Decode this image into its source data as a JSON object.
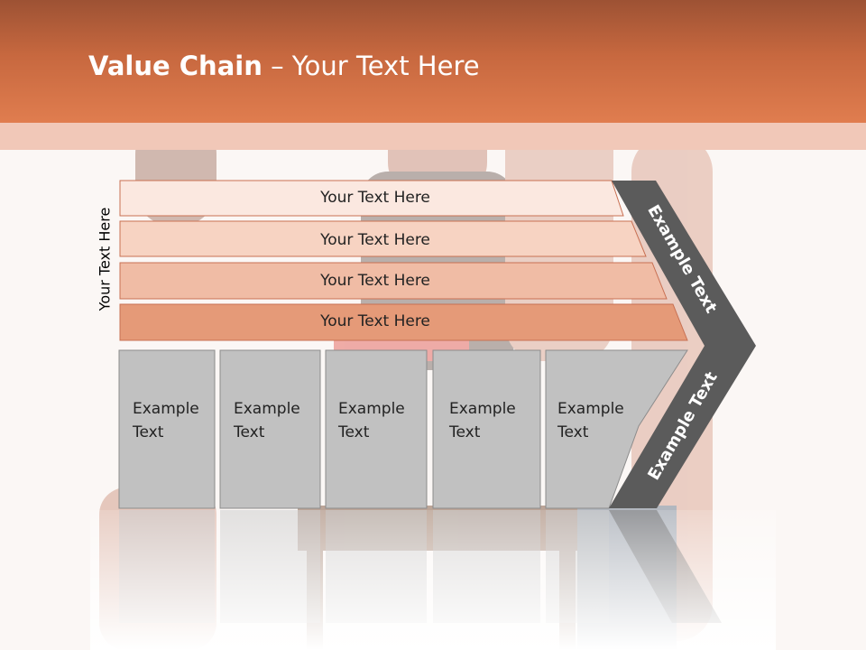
{
  "slide": {
    "title_bold": "Value Chain",
    "title_rest": " – Your Text Here",
    "side_label": "Your Text Here"
  },
  "support_bars": [
    {
      "label": "Your Text Here",
      "color": "#fbe8e0"
    },
    {
      "label": "Your Text Here",
      "color": "#f7d3c2"
    },
    {
      "label": "Your Text Here",
      "color": "#f0bca5"
    },
    {
      "label": "Your Text Here",
      "color": "#e59a78"
    }
  ],
  "primary_boxes": [
    {
      "line1": "Example",
      "line2": "Text"
    },
    {
      "line1": "Example",
      "line2": "Text"
    },
    {
      "line1": "Example",
      "line2": "Text"
    },
    {
      "line1": "Example",
      "line2": "Text"
    },
    {
      "line1": "Example",
      "line2": "Text"
    }
  ],
  "chevron": {
    "upper_label": "Example Text",
    "lower_label": "Example Text",
    "color": "#5b5b5b"
  },
  "colors": {
    "header": "#d86f44",
    "box_fill": "#c1c1c1",
    "bar_border": "#c87052"
  }
}
